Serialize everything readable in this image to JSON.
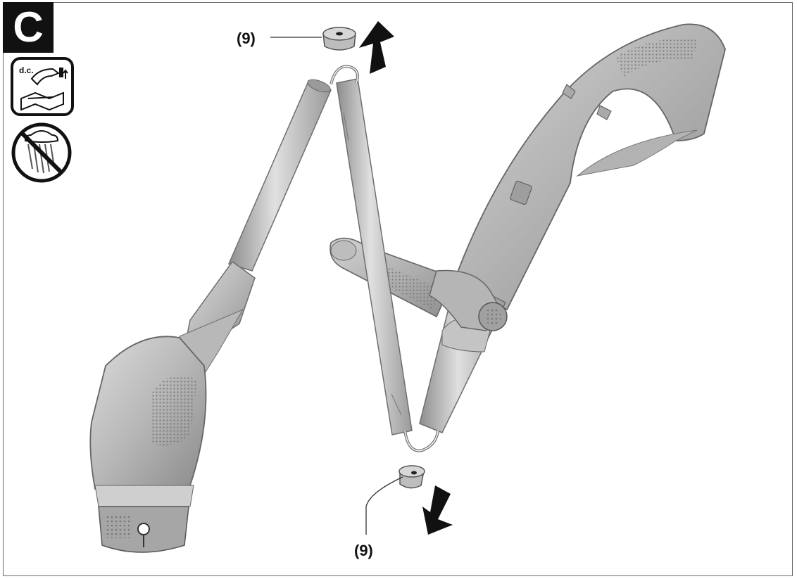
{
  "figure": {
    "letter": "C",
    "callouts": {
      "top": "(9)",
      "bottom": "(9)"
    }
  },
  "icons": {
    "manual_icon_label": "d.c.",
    "manual": "read-manual-disconnect-icon",
    "no_rain": "no-rain-icon"
  },
  "colors": {
    "tool_light": "#d2d2d2",
    "tool_mid": "#a9a9a9",
    "tool_dark": "#7e7e7e",
    "arrow": "#111111",
    "frame": "#6b6b6b"
  }
}
